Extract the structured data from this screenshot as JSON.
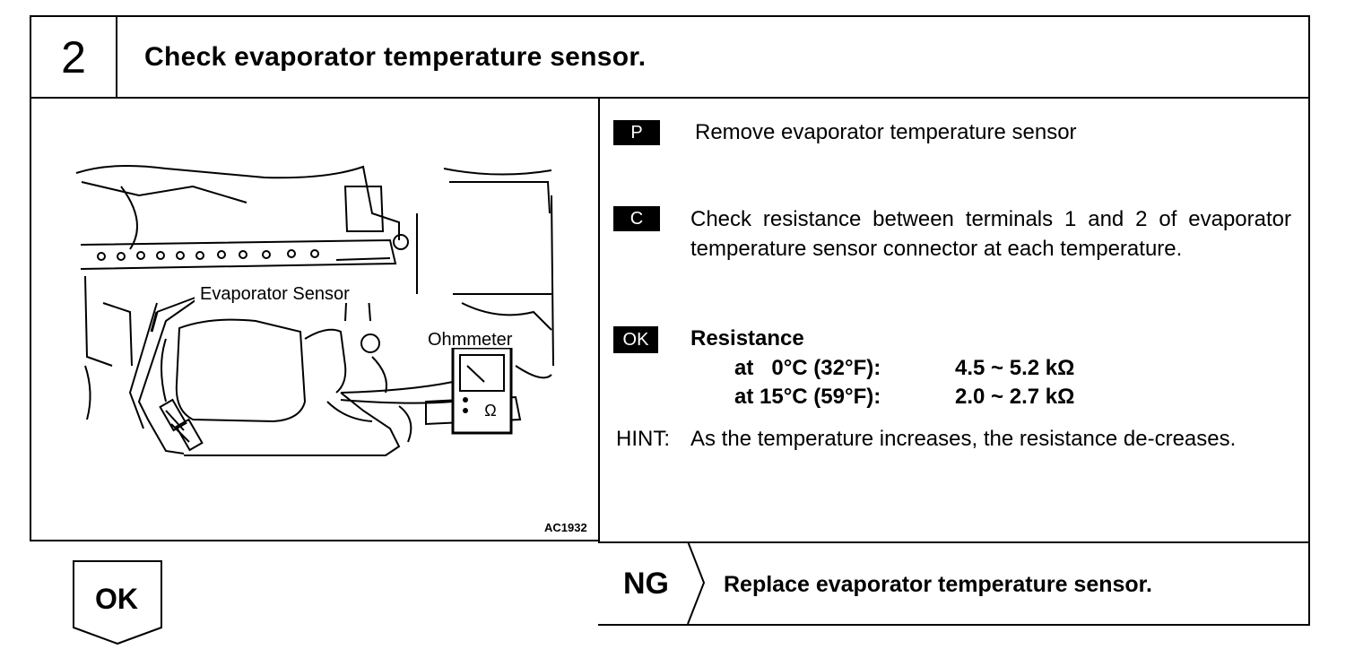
{
  "step": {
    "number": "2",
    "title": "Check evaporator temperature sensor."
  },
  "figure": {
    "label_sensor": "Evaporator Sensor",
    "label_meter": "Ohmmeter",
    "meter_symbol": "Ω",
    "code": "AC1932"
  },
  "procedure": {
    "prepare": {
      "badge": "P",
      "text": "Remove evaporator temperature sensor"
    },
    "check": {
      "badge": "C",
      "text": "Check resistance between terminals 1 and 2 of evaporator temperature sensor connector at each temperature."
    },
    "ok": {
      "badge": "OK",
      "heading": "Resistance",
      "rows": [
        {
          "condition": "at   0°C (32°F):",
          "value": "4.5 ~ 5.2 kΩ"
        },
        {
          "condition": "at 15°C (59°F):",
          "value": "2.0 ~ 2.7 kΩ"
        }
      ]
    },
    "hint": {
      "label": "HINT:",
      "text": "As the temperature increases, the resistance de-creases."
    }
  },
  "results": {
    "ok_label": "OK",
    "ng_label": "NG",
    "ng_action": "Replace evaporator temperature sensor."
  }
}
